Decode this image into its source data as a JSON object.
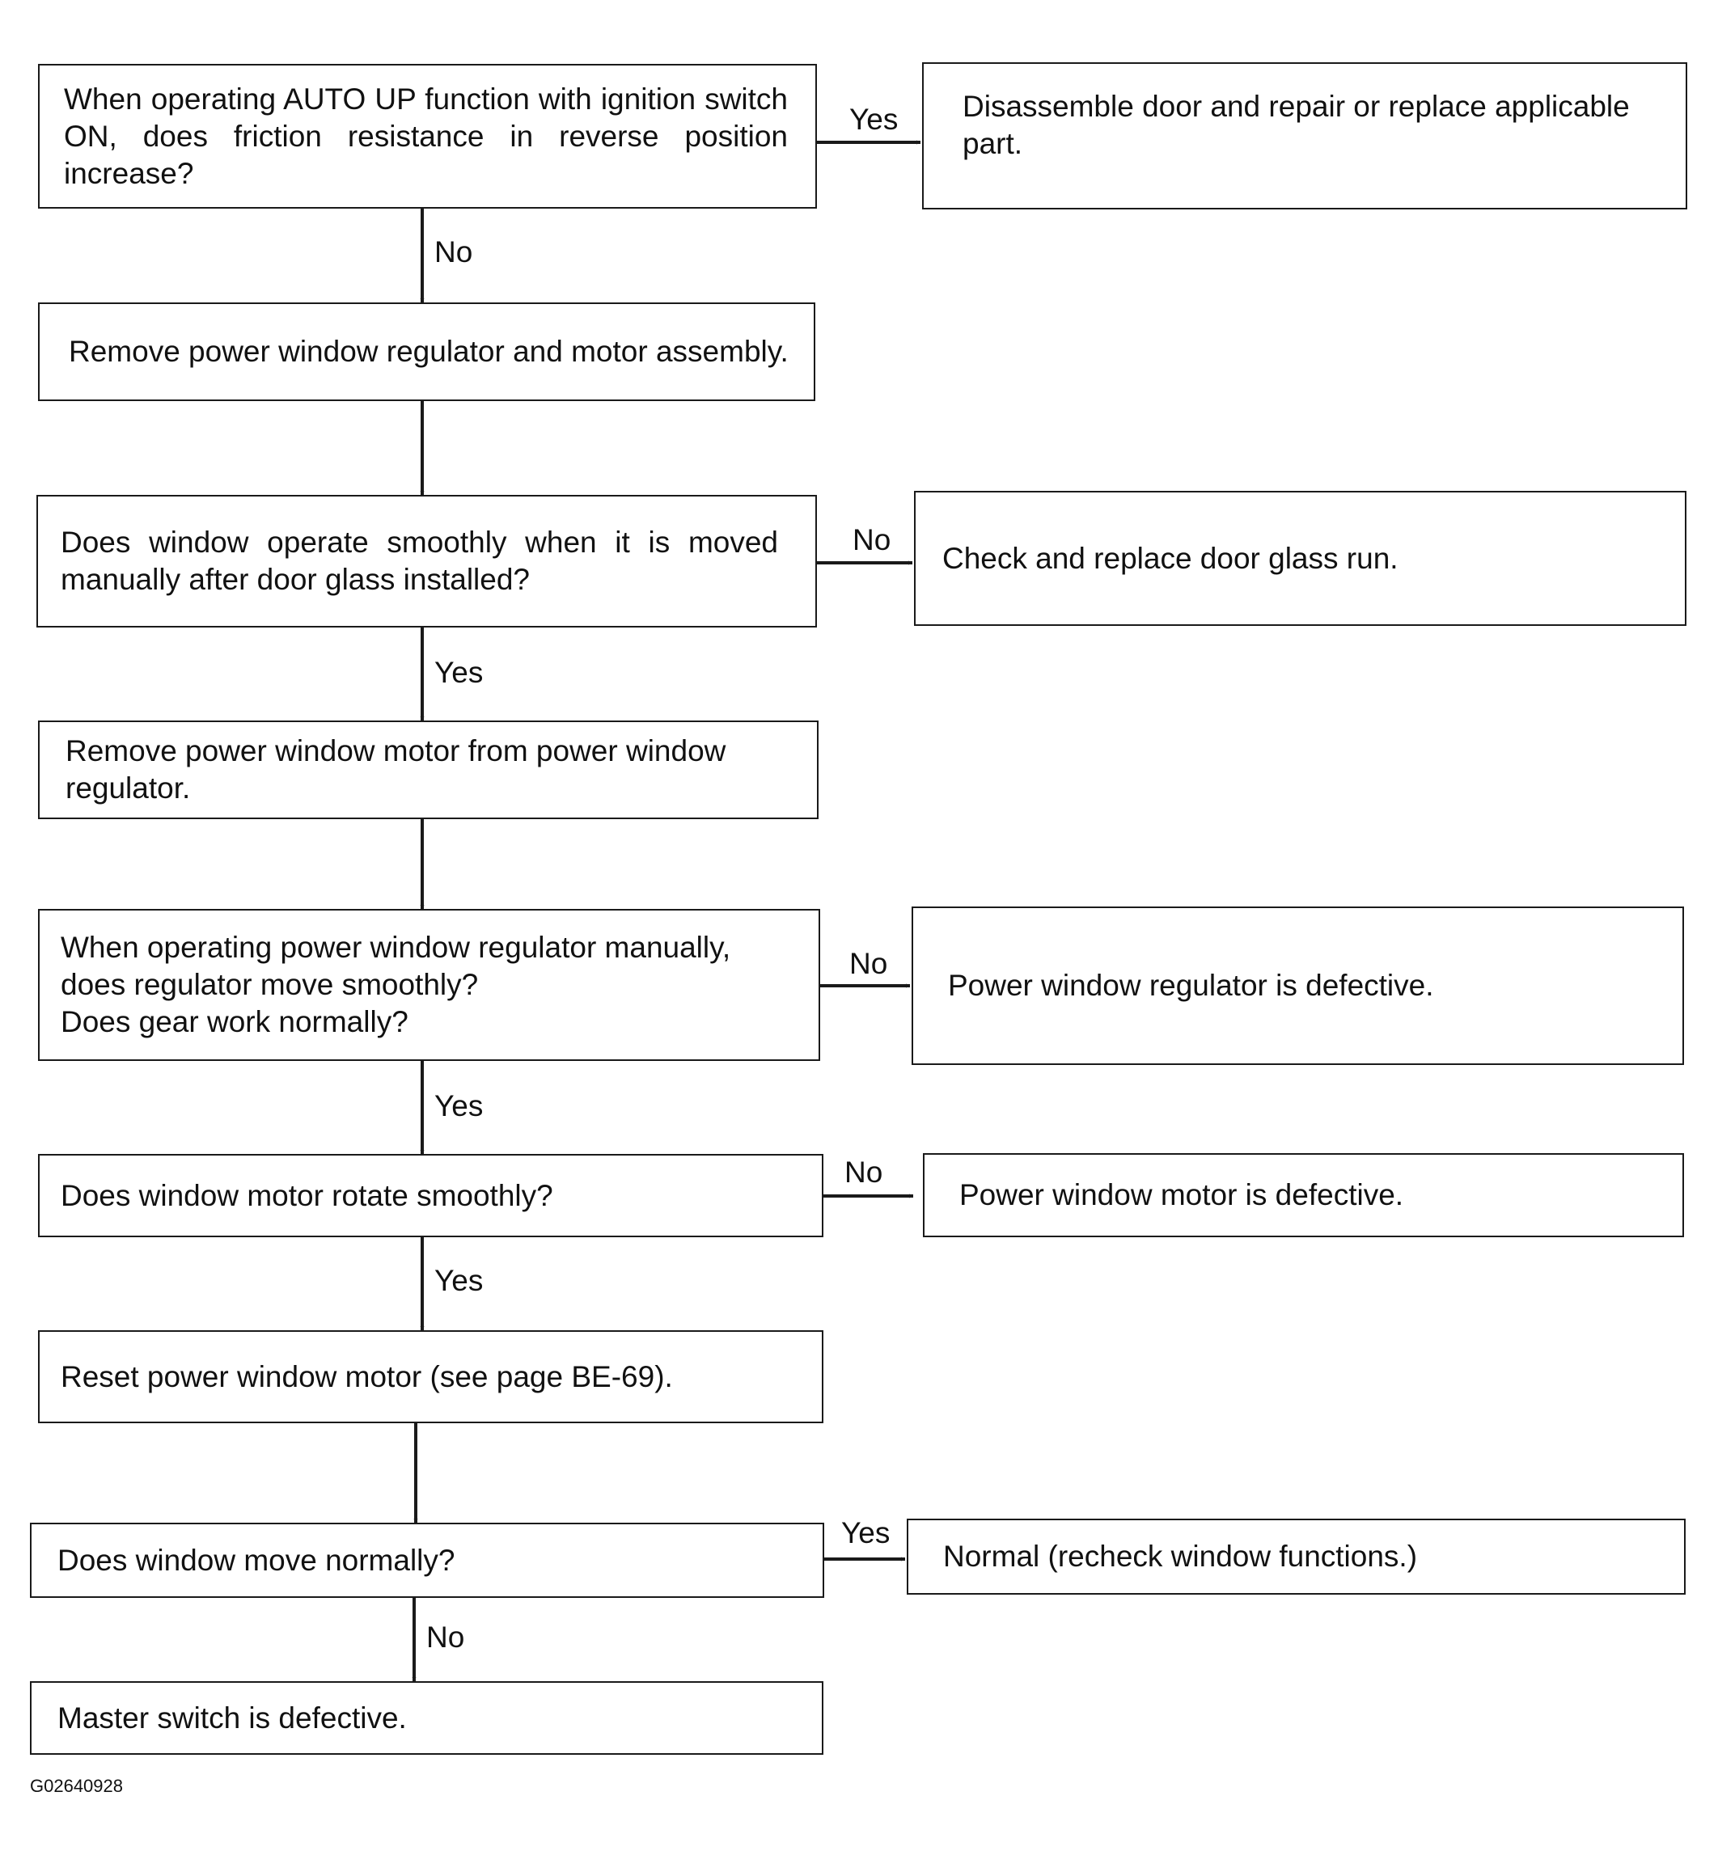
{
  "steps": {
    "q1": {
      "text": "When operating AUTO UP function with ignition switch ON, does friction resistance in reverse position increase?"
    },
    "r1": {
      "text": "Disassemble door and repair or replace applicable part."
    },
    "a1": {
      "text": "Remove power window regulator and motor assembly."
    },
    "q2": {
      "text": "Does window operate smoothly when it is moved manually after door glass installed?"
    },
    "r2": {
      "text": "Check and replace door glass run."
    },
    "a2": {
      "text": "Remove power window motor from power window regulator."
    },
    "q3": {
      "text": "When operating power window regulator manually, does regulator move smoothly?\nDoes gear work normally?"
    },
    "r3": {
      "text": "Power window regulator is defective."
    },
    "q4": {
      "text": "Does window motor rotate smoothly?"
    },
    "r4": {
      "text": "Power window motor is defective."
    },
    "a3": {
      "text": "Reset power window motor (see page BE-69)."
    },
    "q5": {
      "text": "Does window move normally?"
    },
    "r5": {
      "text": "Normal (recheck window functions.)"
    },
    "end": {
      "text": "Master switch is defective."
    }
  },
  "labels": {
    "q1_yes": "Yes",
    "q1_no": "No",
    "q2_no": "No",
    "q2_yes": "Yes",
    "q3_no": "No",
    "q3_yes": "Yes",
    "q4_no": "No",
    "q4_yes": "Yes",
    "q5_yes": "Yes",
    "q5_no": "No"
  },
  "figure_id": "G02640928",
  "colors": {
    "line": "#1a1a1a",
    "text": "#111111",
    "background": "#ffffff"
  }
}
